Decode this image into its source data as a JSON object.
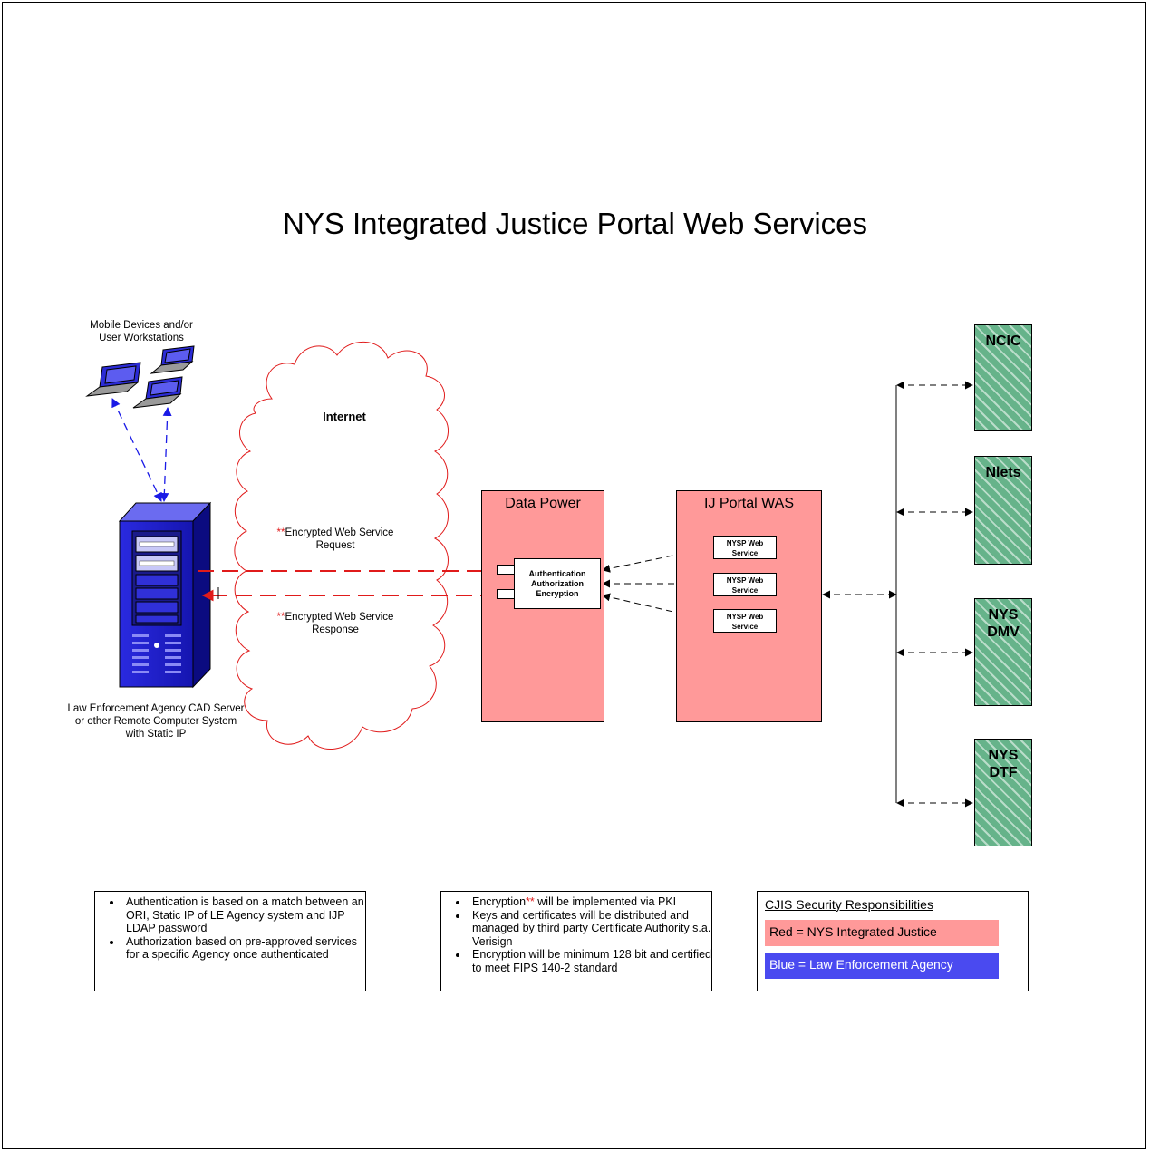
{
  "title": "NYS Integrated Justice Portal Web Services",
  "mobile_label": "Mobile Devices and/or\nUser Workstations",
  "server_label": "Law Enforcement Agency CAD Server\nor other Remote Computer System\nwith Static IP",
  "internet_label": "Internet",
  "request": {
    "marker": "**",
    "text": "Encrypted Web Service\nRequest"
  },
  "response": {
    "marker": "**",
    "text": "Encrypted Web Service\nResponse"
  },
  "data_power": {
    "label": "Data Power",
    "component": "Authentication\nAuthorization\nEncryption"
  },
  "ij_portal": {
    "label": "IJ Portal WAS",
    "services": [
      "NYSP Web\nService",
      "NYSP Web\nService",
      "NYSP Web\nService"
    ]
  },
  "sources": [
    "NCIC",
    "Nlets",
    "NYS\nDMV",
    "NYS\nDTF"
  ],
  "notes": {
    "auth": [
      "Authentication is based on a match between an ORI, Static IP of LE Agency system and IJP LDAP password",
      "Authorization based on pre-approved services for a specific Agency once authenticated"
    ],
    "enc": {
      "first_prefix": "Encryption",
      "first_marker": "**",
      "first_suffix": " will be implemented via PKI",
      "items": [
        "Keys and certificates will be distributed and managed by third party Certificate Authority s.a. Verisign",
        "Encryption will be minimum 128 bit and certified to meet FIPS 140-2 standard"
      ]
    }
  },
  "legend": {
    "title": "CJIS Security Responsibilities",
    "red": "Red = NYS Integrated Justice",
    "blue": "Blue = Law Enforcement Agency"
  },
  "colors": {
    "ij_red": "#ff9999",
    "le_blue": "#4a4af0",
    "source_green": "#66b38a",
    "arrow_red": "#e01b1b",
    "arrow_blue": "#1a1ae6"
  }
}
